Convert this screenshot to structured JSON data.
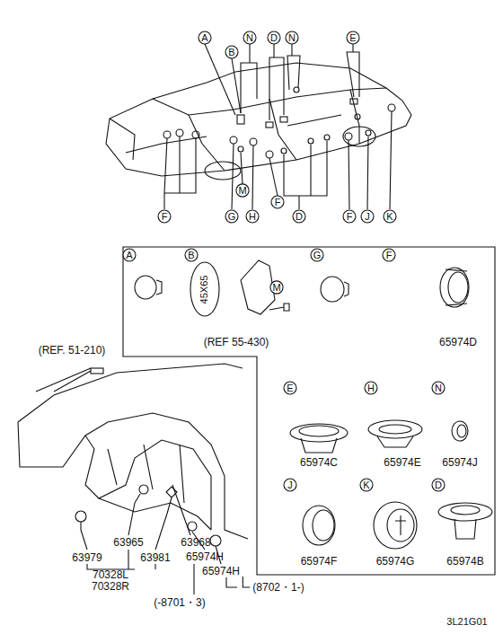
{
  "diagram": {
    "labels": [
      "A",
      "B",
      "N",
      "D",
      "N",
      "E",
      "M",
      "F",
      "G",
      "H",
      "F",
      "D",
      "F",
      "J",
      "K",
      "A",
      "B",
      "45X65",
      "M",
      "G",
      "F",
      "(REF 55-430)",
      "65974D",
      "E",
      "H",
      "N",
      "65974C",
      "65974E",
      "65974J",
      "J",
      "K",
      "D",
      "65974F",
      "65974G",
      "65974B",
      "(REF. 51-210)",
      "63965",
      "63968",
      "63979",
      "63981",
      "70328L",
      "70328R",
      "65974H",
      "65974H",
      "(8702・1-)",
      "(-8701・3)",
      "3L21G01"
    ]
  }
}
